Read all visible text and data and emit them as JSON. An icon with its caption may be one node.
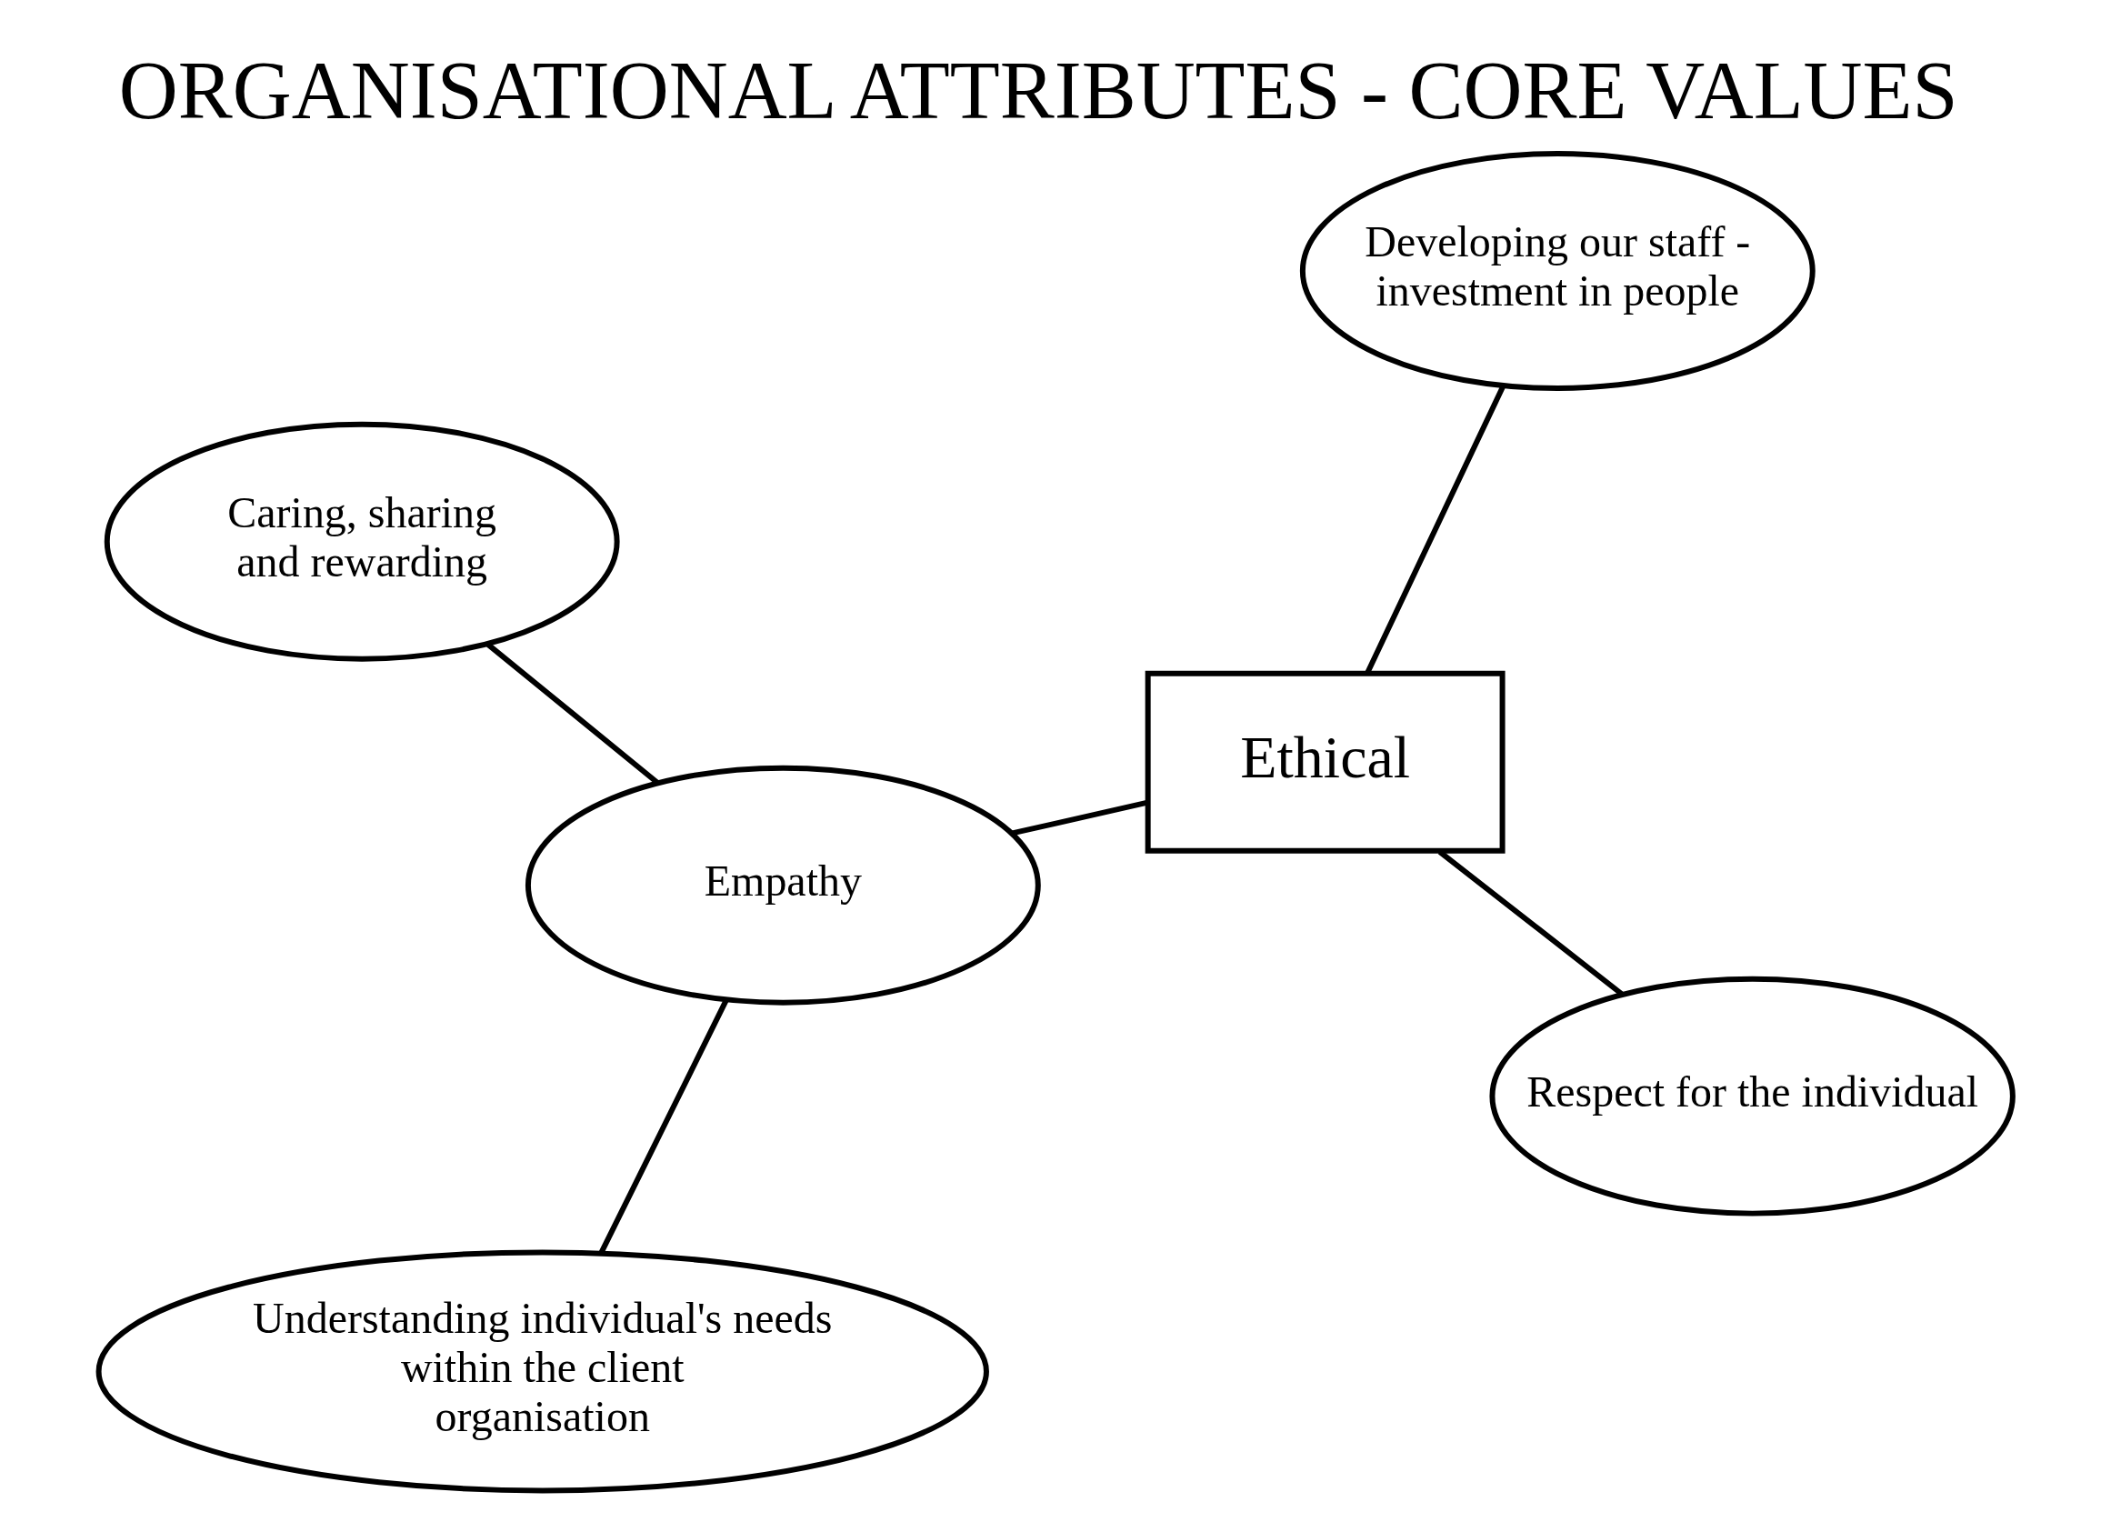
{
  "diagram": {
    "title": "ORGANISATIONAL ATTRIBUTES - CORE VALUES",
    "nodes": [
      {
        "text": [
          "Understanding individual's needs within the client organisation"
        ]
      },
      {
        "text": [
          "Respect for the individual"
        ]
      },
      {
        "text": [
          "Empathy"
        ]
      },
      {
        "text": [
          "Caring, sharing and rewarding"
        ]
      },
      {
        "text": [
          "Ethical"
        ]
      },
      {
        "text": [
          "Developing our staff - investment in people"
        ]
      }
    ],
    "edges": [
      {
        "from": 4,
        "to": 1,
        "arrow": "none"
      },
      {
        "from": 4,
        "to": 2,
        "arrow": "none"
      },
      {
        "from": 2,
        "to": 0,
        "arrow": "none"
      },
      {
        "from": 2,
        "to": 3,
        "arrow": "none"
      },
      {
        "from": 4,
        "to": 5,
        "arrow": "none"
      }
    ]
  }
}
